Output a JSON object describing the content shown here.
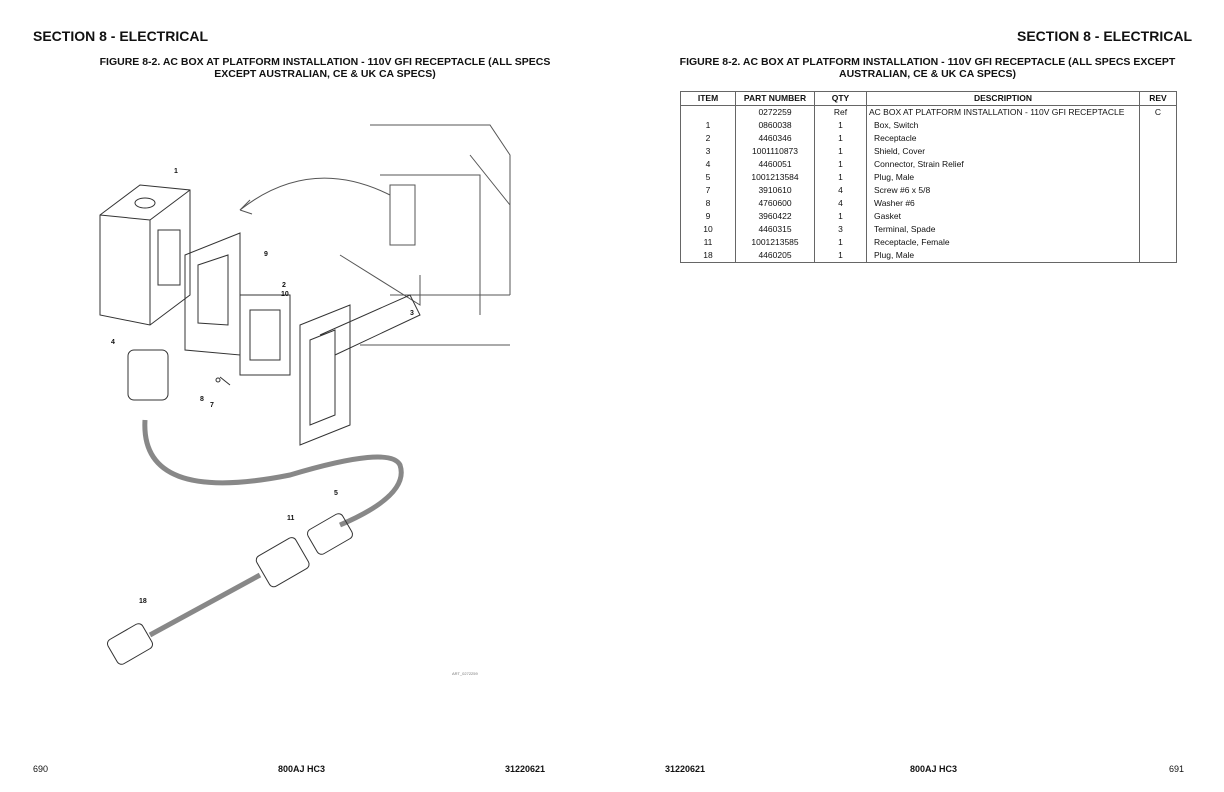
{
  "left_page": {
    "section": "SECTION 8 - ELECTRICAL",
    "figure_title": "FIGURE 8-2. AC BOX AT PLATFORM INSTALLATION - 110V GFI RECEPTACLE (ALL SPECS EXCEPT AUSTRALIAN, CE & UK CA SPECS)",
    "page_number": "690",
    "model": "800AJ HC3",
    "doc_number": "31220621"
  },
  "right_page": {
    "section": "SECTION 8 - ELECTRICAL",
    "figure_title": "FIGURE 8-2. AC BOX AT PLATFORM INSTALLATION - 110V GFI RECEPTACLE (ALL SPECS EXCEPT AUSTRALIAN, CE & UK CA SPECS)",
    "page_number": "691",
    "model": "800AJ HC3",
    "doc_number": "31220621"
  },
  "diagram": {
    "art_id": "ART_0272259",
    "callouts": [
      "1",
      "9",
      "2",
      "10",
      "3",
      "4",
      "8",
      "7",
      "5",
      "11",
      "18"
    ]
  },
  "parts_table": {
    "headers": [
      "ITEM",
      "PART NUMBER",
      "QTY",
      "DESCRIPTION",
      "REV"
    ],
    "rows": [
      [
        "",
        "0272259",
        "Ref",
        "AC BOX AT PLATFORM INSTALLATION - 110V GFI RECEPTACLE",
        "C"
      ],
      [
        "1",
        "0860038",
        "1",
        "Box, Switch",
        ""
      ],
      [
        "2",
        "4460346",
        "1",
        "Receptacle",
        ""
      ],
      [
        "3",
        "1001110873",
        "1",
        "Shield, Cover",
        ""
      ],
      [
        "4",
        "4460051",
        "1",
        "Connector, Strain Relief",
        ""
      ],
      [
        "5",
        "1001213584",
        "1",
        "Plug, Male",
        ""
      ],
      [
        "7",
        "3910610",
        "4",
        "Screw #6 x 5/8",
        ""
      ],
      [
        "8",
        "4760600",
        "4",
        "Washer #6",
        ""
      ],
      [
        "9",
        "3960422",
        "1",
        "Gasket",
        ""
      ],
      [
        "10",
        "4460315",
        "3",
        "Terminal, Spade",
        ""
      ],
      [
        "11",
        "1001213585",
        "1",
        "Receptacle, Female",
        ""
      ],
      [
        "18",
        "4460205",
        "1",
        "Plug, Male",
        ""
      ]
    ]
  }
}
